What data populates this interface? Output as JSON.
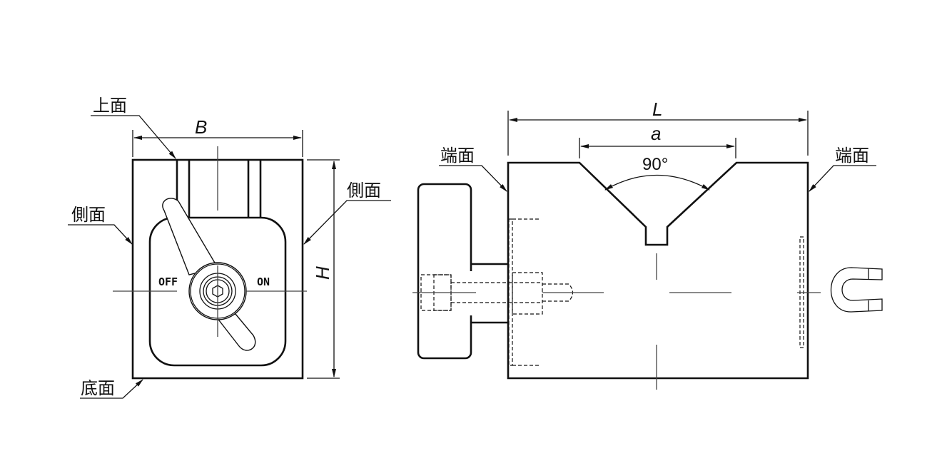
{
  "front_view": {
    "label_top": "上面",
    "label_side_right": "側面",
    "label_side_left": "側面",
    "label_bottom": "底面",
    "dim_width": "B",
    "dim_height": "H",
    "switch_off": "OFF",
    "switch_on": "ON"
  },
  "side_view": {
    "label_end_left": "端面",
    "label_end_right": "端面",
    "dim_length": "L",
    "dim_v_width": "a",
    "v_angle": "90°"
  }
}
